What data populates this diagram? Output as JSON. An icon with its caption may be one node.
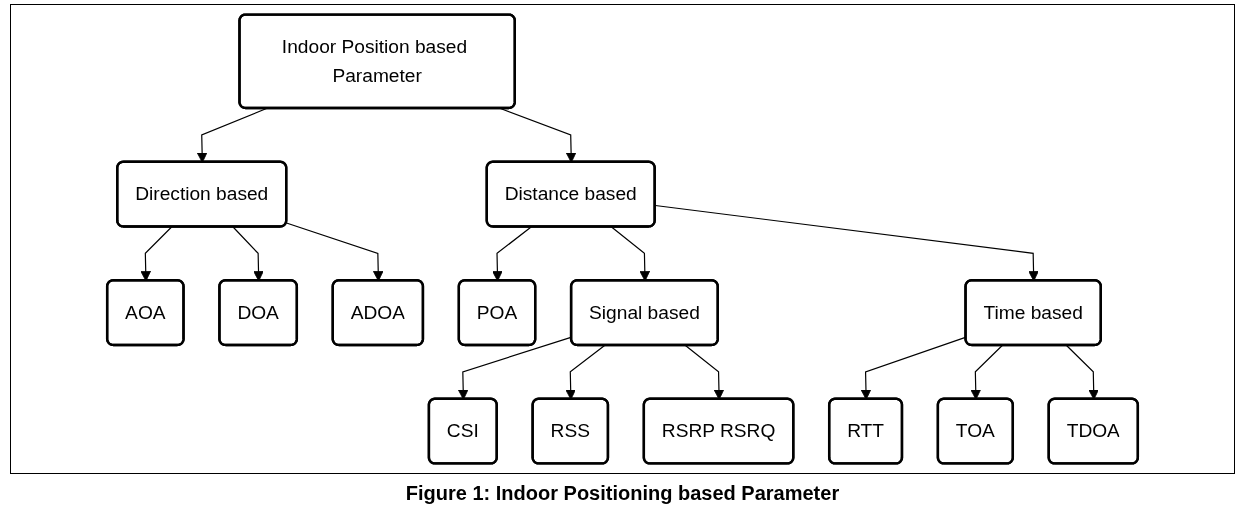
{
  "diagram": {
    "caption": "Figure 1: Indoor Positioning based Parameter",
    "nodes": [
      {
        "text": [
          "Indoor Position based Parameter"
        ]
      },
      {
        "text": [
          "Direction based"
        ]
      },
      {
        "text": [
          "Distance based"
        ]
      },
      {
        "text": [
          "AOA"
        ]
      },
      {
        "text": [
          "DOA"
        ]
      },
      {
        "text": [
          "ADOA"
        ]
      },
      {
        "text": [
          "POA"
        ]
      },
      {
        "text": [
          "Signal based"
        ]
      },
      {
        "text": [
          "Time based"
        ]
      },
      {
        "text": [
          "CSI"
        ]
      },
      {
        "text": [
          "RSS"
        ]
      },
      {
        "text": [
          "RSRP RSRQ"
        ]
      },
      {
        "text": [
          "RTT"
        ]
      },
      {
        "text": [
          "TOA"
        ]
      },
      {
        "text": [
          "TDOA"
        ]
      }
    ],
    "edges": [
      {
        "from": 0,
        "to": 1,
        "arrow": "to"
      },
      {
        "from": 0,
        "to": 2,
        "arrow": "to"
      },
      {
        "from": 1,
        "to": 3,
        "arrow": "to"
      },
      {
        "from": 1,
        "to": 4,
        "arrow": "to"
      },
      {
        "from": 1,
        "to": 5,
        "arrow": "to"
      },
      {
        "from": 2,
        "to": 7,
        "arrow": "to"
      },
      {
        "from": 2,
        "to": 6,
        "arrow": "to"
      },
      {
        "from": 2,
        "to": 8,
        "arrow": "to"
      },
      {
        "from": 7,
        "to": 9,
        "arrow": "to"
      },
      {
        "from": 7,
        "to": 10,
        "arrow": "to"
      },
      {
        "from": 7,
        "to": 11,
        "arrow": "to"
      },
      {
        "from": 8,
        "to": 12,
        "arrow": "to"
      },
      {
        "from": 8,
        "to": 13,
        "arrow": "to"
      },
      {
        "from": 8,
        "to": 14,
        "arrow": "to"
      }
    ]
  }
}
